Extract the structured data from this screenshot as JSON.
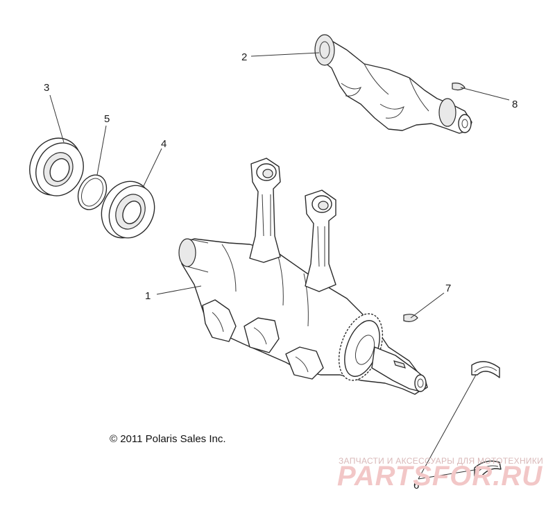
{
  "copyright": "© 2011 Polaris Sales Inc.",
  "watermark": {
    "tagline": "ЗАПЧАСТИ И АКСЕССУАРЫ ДЛЯ МОТОТЕХНИКИ",
    "brand": "PARTSFOR.RU"
  },
  "callouts": {
    "c1": "1",
    "c2": "2",
    "c3": "3",
    "c4": "4",
    "c5": "5",
    "c6": "6",
    "c7": "7",
    "c8": "8"
  }
}
